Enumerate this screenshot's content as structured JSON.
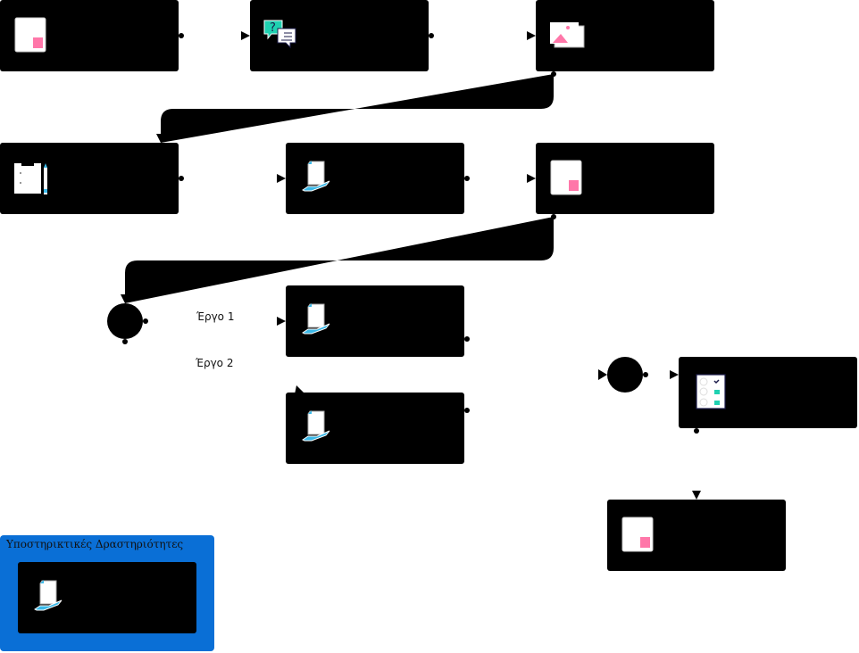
{
  "diagram": {
    "nodes": [
      {
        "id": "n1",
        "icon": "document-pink-icon"
      },
      {
        "id": "n2",
        "icon": "question-chat-icon"
      },
      {
        "id": "n3",
        "icon": "image-gallery-icon"
      },
      {
        "id": "n4",
        "icon": "clipboard-pencil-icon"
      },
      {
        "id": "n5",
        "icon": "document-hand-icon"
      },
      {
        "id": "n6",
        "icon": "document-pink-icon"
      },
      {
        "id": "n7",
        "icon": "document-hand-icon"
      },
      {
        "id": "n8",
        "icon": "document-hand-icon"
      },
      {
        "id": "n9",
        "icon": "survey-checklist-icon"
      },
      {
        "id": "n10",
        "icon": "document-pink-icon"
      },
      {
        "id": "n11",
        "icon": "document-hand-icon"
      }
    ],
    "edge_labels": {
      "task1": "Έργο 1",
      "task2": "Έργο 2"
    },
    "group": {
      "title": "Υποστηρικτικές Δραστηριότητες"
    }
  },
  "colors": {
    "node": "#000000",
    "group": "#0a6fd6",
    "pink": "#ff77a9",
    "teal": "#1fd1b1",
    "blue": "#3bb9e8"
  }
}
